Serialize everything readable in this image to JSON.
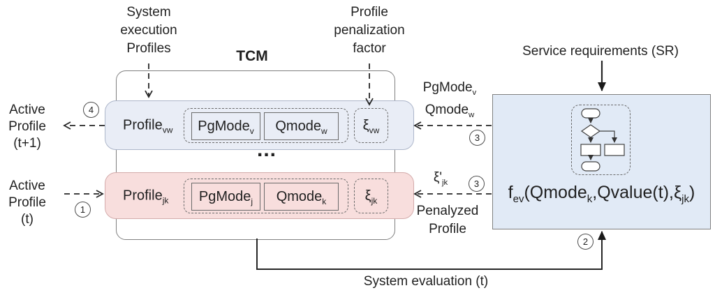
{
  "diagram": {
    "top_labels": {
      "system_execution_profiles": {
        "lines": [
          "System",
          "execution",
          "Profiles"
        ]
      },
      "tcm_title": "TCM",
      "profile_penalization_factor": {
        "lines": [
          "Profile",
          "penalization",
          "factor"
        ]
      },
      "service_requirements": "Service requirements (SR)"
    },
    "left_labels": {
      "active_profile_next": {
        "lines": [
          "Active",
          "Profile",
          "(t+1)"
        ]
      },
      "active_profile_current": {
        "lines": [
          "Active",
          "Profile",
          "(t)"
        ]
      }
    },
    "tcm": {
      "row_vw": {
        "profile": {
          "base": "Profile",
          "sub": "vw"
        },
        "pgmode": {
          "base": "PgMode",
          "sub": "v"
        },
        "qmode": {
          "base": "Qmode",
          "sub": "w"
        },
        "xi": {
          "base": "ξ",
          "sub": "vw"
        }
      },
      "ellipsis": "...",
      "row_jk": {
        "profile": {
          "base": "Profile",
          "sub": "jk"
        },
        "pgmode": {
          "base": "PgMode",
          "sub": "j"
        },
        "qmode": {
          "base": "Qmode",
          "sub": "k"
        },
        "xi": {
          "base": "ξ",
          "sub": "jk"
        }
      }
    },
    "middle_labels": {
      "pgmode_out": {
        "base": "PgMode",
        "sub": "v"
      },
      "qmode_out": {
        "base": "Qmode",
        "sub": "w"
      },
      "xi_prime": {
        "base": "ξ'",
        "sub": "jk"
      },
      "penalized_profile": {
        "lines": [
          "Penalyzed",
          "Profile"
        ]
      }
    },
    "right_panel": {
      "formula": {
        "p1": "f",
        "s1": "ev",
        "p2": "(Qmode",
        "s2": "k",
        "p3": ",Qvalue(t),ξ",
        "s3": "jk",
        "p4": ")"
      }
    },
    "bottom_label": "System evaluation (t)",
    "steps": {
      "one": "1",
      "two": "2",
      "three": "3",
      "four": "4"
    },
    "colors": {
      "row_blue": "#e9edf6",
      "row_pink": "#f8dedd",
      "panel_blue": "#e1eaf6",
      "tcm_fill": "#ffffff",
      "line": "#262626"
    }
  }
}
